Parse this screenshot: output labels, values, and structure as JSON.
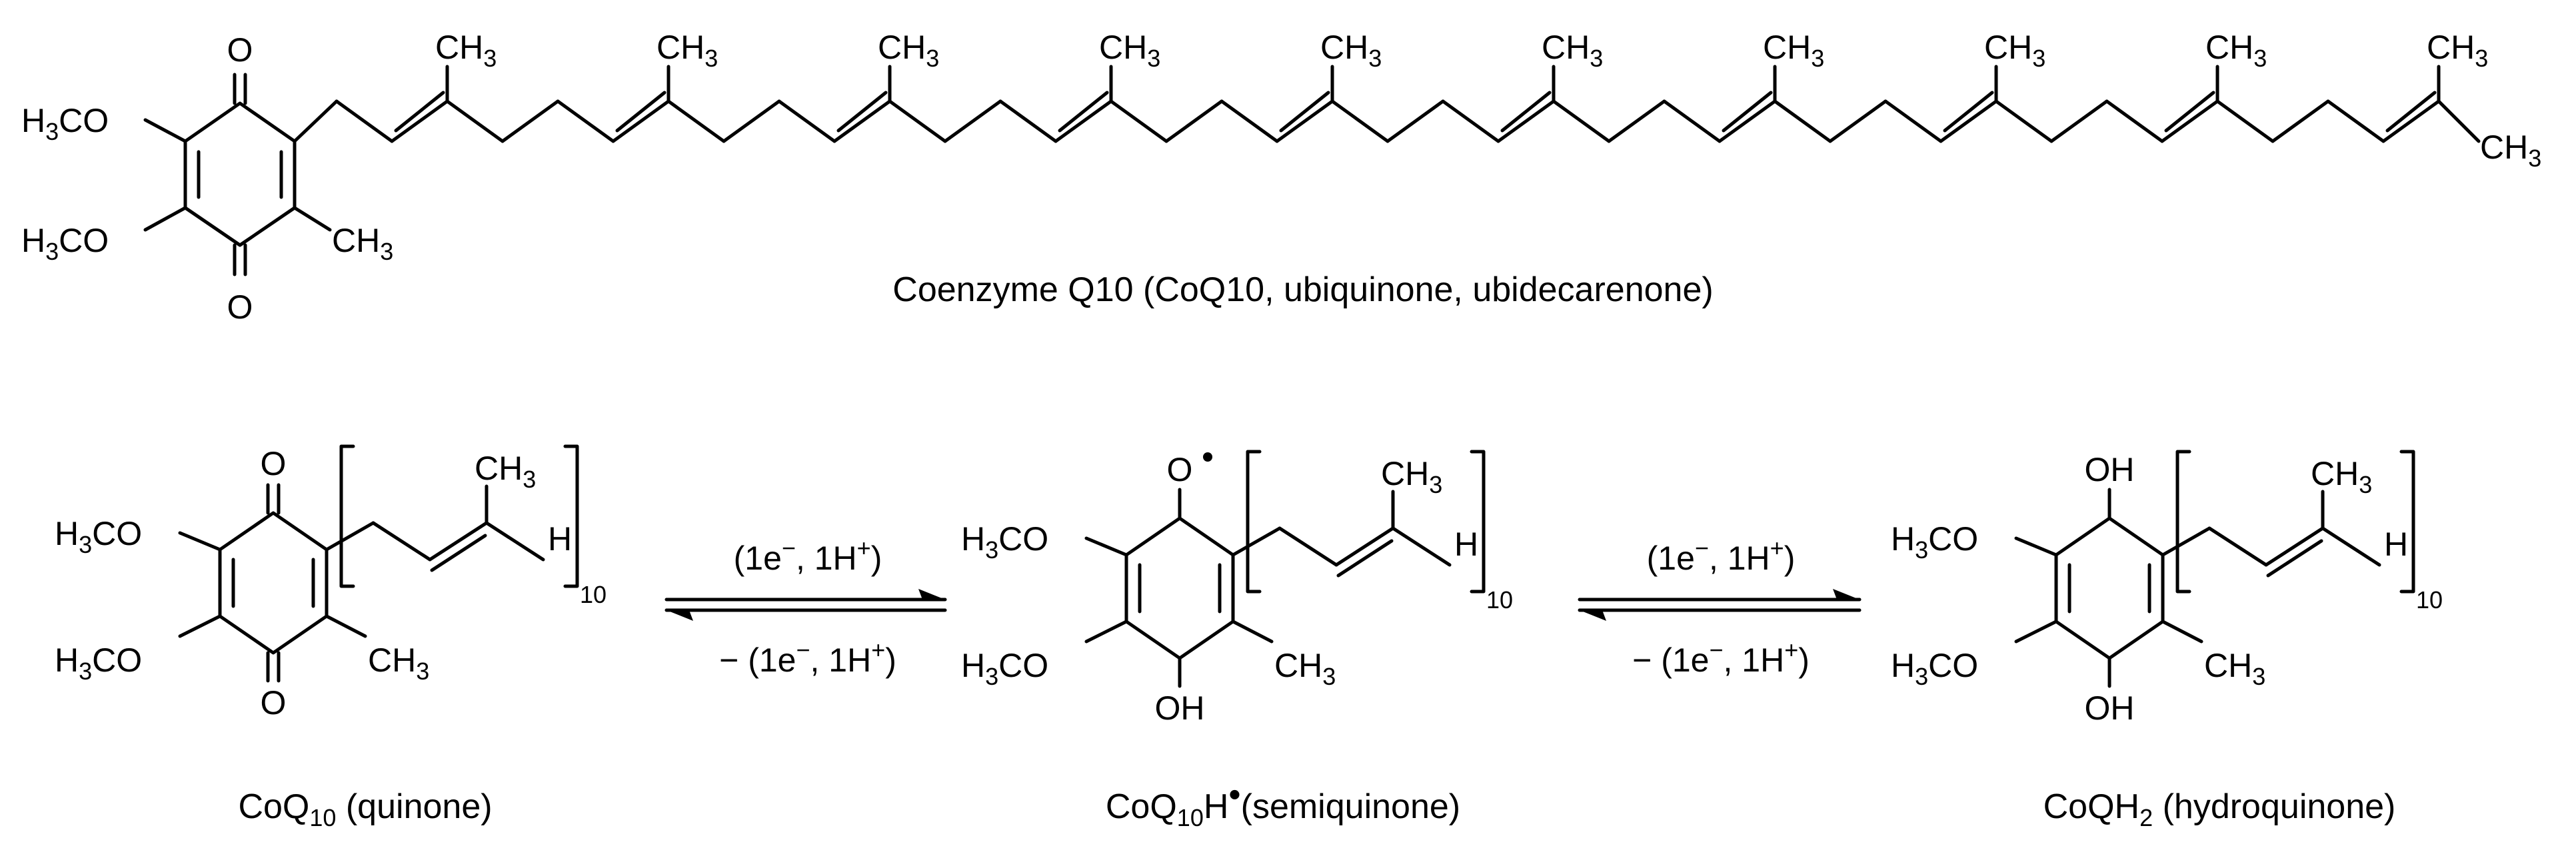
{
  "atoms": {
    "o": "O",
    "oh": "OH",
    "h": "H",
    "h3co_pre": "H",
    "h3co_sub": "3",
    "h3co_post": "CO",
    "ch3_pre": "CH",
    "ch3_sub": "3",
    "n10": "10"
  },
  "title": {
    "label": "Coenzyme Q10 (CoQ10, ubiquinone, ubidecarenone)"
  },
  "species": {
    "quinone": {
      "pre": "CoQ",
      "sub": "10",
      "post": " (quinone)"
    },
    "semiquinone": {
      "pre": "CoQ",
      "sub": "10",
      "mid": "H",
      "sup": "•",
      "post": "(semiquinone)"
    },
    "hydroquinone": {
      "pre": "CoQH",
      "sub": "2",
      "post": " (hydroquinone)"
    }
  },
  "arrows": {
    "forward": {
      "pre": "(1e",
      "sup1": "−",
      "mid": ", 1H",
      "sup2": "+",
      "post": ")"
    },
    "reverse": {
      "pre": "− (1e",
      "sup1": "−",
      "mid": ", 1H",
      "sup2": "+",
      "post": ")"
    }
  }
}
